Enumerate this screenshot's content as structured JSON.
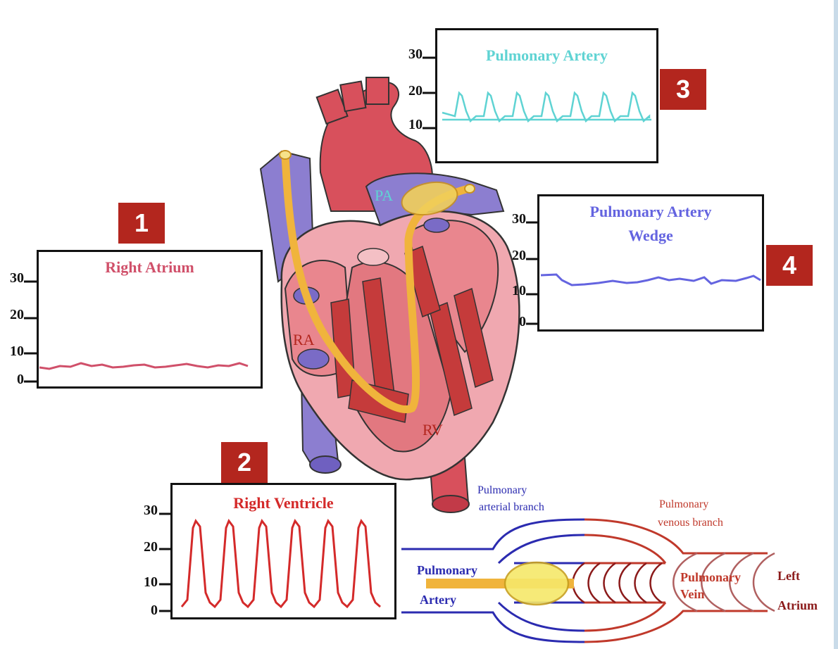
{
  "colors": {
    "badge": "#b3261e",
    "right_atrium": "#d0506a",
    "right_ventricle": "#d42a2a",
    "pulmonary_artery": "#5fd3d3",
    "wedge": "#6464e0",
    "arterial_branch": "#2b2bb0",
    "venous_branch": "#c0392b",
    "catheter": "#f0b43c"
  },
  "heart": {
    "pa_label": "PA",
    "ra_label": "RA",
    "rv_label": "RV"
  },
  "panels": {
    "right_atrium": {
      "badge": "1",
      "title": "Right Atrium",
      "ticks": [
        "30",
        "20",
        "10",
        "0"
      ]
    },
    "right_ventricle": {
      "badge": "2",
      "title": "Right Ventricle",
      "ticks": [
        "30",
        "20",
        "10",
        "0"
      ]
    },
    "pulmonary_artery": {
      "badge": "3",
      "title": "Pulmonary Artery",
      "ticks": [
        "30",
        "20",
        "10"
      ]
    },
    "wedge": {
      "badge": "4",
      "title_line1": "Pulmonary Artery",
      "title_line2": "Wedge",
      "ticks": [
        "30",
        "20",
        "10",
        "0"
      ]
    }
  },
  "vessel_diagram": {
    "arterial_branch_line1": "Pulmonary",
    "arterial_branch_line2": "arterial branch",
    "venous_branch_line1": "Pulmonary",
    "venous_branch_line2": "venous branch",
    "artery_line1": "Pulmonary",
    "artery_line2": "Artery",
    "vein_line1": "Pulmonary",
    "vein_line2": "Vein",
    "left_line1": "Left",
    "left_line2": "Atrium"
  }
}
